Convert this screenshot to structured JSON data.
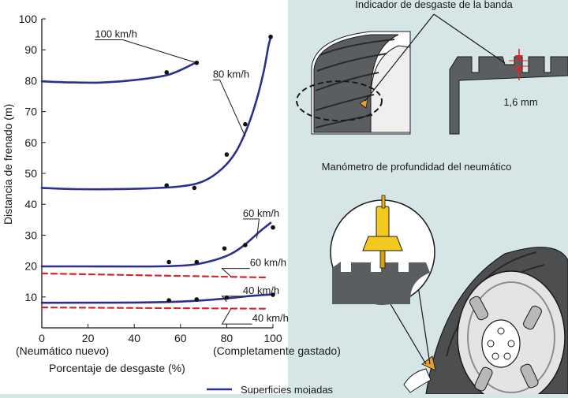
{
  "chart_data": {
    "type": "line",
    "xlabel": "Porcentaje de desgaste (%)",
    "ylabel": "Distancia de frenado (m)",
    "xlim": [
      0,
      100
    ],
    "ylim": [
      0,
      100
    ],
    "x_ticks": [
      0,
      20,
      40,
      60,
      80,
      100
    ],
    "y_ticks": [
      10,
      20,
      30,
      40,
      50,
      60,
      70,
      80,
      90,
      100
    ],
    "x_tick_notes": [
      {
        "x": 0,
        "text": "(Neumático nuevo)"
      },
      {
        "x": 100,
        "text": "(Completamente gastado)"
      }
    ],
    "grid": false,
    "legend": [
      {
        "label": "Superficies mojadas",
        "style": "solid",
        "color": "#2b2f8f"
      }
    ],
    "series": [
      {
        "name": "100 km/h",
        "surface": "wet",
        "curve": [
          [
            0,
            79.8
          ],
          [
            10,
            79.5
          ],
          [
            25,
            79.4
          ],
          [
            40,
            80.2
          ],
          [
            55,
            82.0
          ],
          [
            67,
            86.0
          ]
        ],
        "points": [
          [
            54,
            82.7
          ],
          [
            67,
            85.8
          ]
        ]
      },
      {
        "name": "80 km/h",
        "surface": "wet",
        "curve": [
          [
            0,
            45.3
          ],
          [
            15,
            44.9
          ],
          [
            40,
            45.0
          ],
          [
            60,
            45.8
          ],
          [
            70,
            47.5
          ],
          [
            78,
            51.5
          ],
          [
            84,
            57.0
          ],
          [
            89,
            65.0
          ],
          [
            93,
            74.0
          ],
          [
            96,
            83.0
          ],
          [
            98,
            91.0
          ],
          [
            99,
            94.0
          ]
        ],
        "points": [
          [
            54,
            46.1
          ],
          [
            66,
            45.3
          ],
          [
            80,
            56.1
          ],
          [
            88,
            65.9
          ],
          [
            99,
            94.2
          ]
        ]
      },
      {
        "name": "60 km/h",
        "surface": "wet",
        "curve": [
          [
            0,
            19.9
          ],
          [
            20,
            19.9
          ],
          [
            50,
            19.9
          ],
          [
            65,
            20.4
          ],
          [
            75,
            22.0
          ],
          [
            82,
            24.0
          ],
          [
            88,
            27.0
          ],
          [
            94,
            31.0
          ],
          [
            99,
            34.0
          ]
        ],
        "points": [
          [
            55,
            21.3
          ],
          [
            67,
            21.3
          ],
          [
            79,
            25.7
          ],
          [
            88,
            26.8
          ],
          [
            100,
            32.5
          ]
        ]
      },
      {
        "name": "60 km/h",
        "surface": "dry",
        "curve": [
          [
            0,
            17.6
          ],
          [
            98,
            16.3
          ]
        ],
        "points": []
      },
      {
        "name": "40 km/h",
        "surface": "wet",
        "curve": [
          [
            0,
            8.1
          ],
          [
            40,
            8.2
          ],
          [
            60,
            8.5
          ],
          [
            75,
            9.2
          ],
          [
            90,
            10.3
          ],
          [
            99,
            10.8
          ]
        ],
        "points": [
          [
            55,
            8.9
          ],
          [
            67,
            9.2
          ],
          [
            80,
            9.8
          ],
          [
            100,
            10.7
          ]
        ]
      },
      {
        "name": "40 km/h",
        "surface": "dry",
        "curve": [
          [
            0,
            6.6
          ],
          [
            98,
            6.2
          ]
        ],
        "points": []
      }
    ],
    "series_labels": [
      {
        "text": "100 km/h",
        "at": [
          23,
          94
        ],
        "leader_to": [
          66,
          86
        ],
        "leader_from_x": 35
      },
      {
        "text": "80 km/h",
        "at": [
          74,
          81
        ],
        "leader_to": [
          88,
          62
        ],
        "leader_from_x": 77
      },
      {
        "text": "60 km/h",
        "at": [
          87,
          36
        ],
        "leader_to": [
          93,
          29
        ],
        "leader_from_x": 94
      },
      {
        "text": "60 km/h",
        "at": [
          90,
          20
        ],
        "leader_to": [
          82,
          16.5
        ],
        "leader_from_x": 78
      },
      {
        "text": "40 km/h",
        "at": [
          87,
          11
        ],
        "leader_to": [
          80,
          8.5
        ],
        "leader_from_x": 78
      },
      {
        "text": "40 km/h",
        "at": [
          91,
          2
        ],
        "leader_to": [
          82,
          6.4
        ],
        "leader_from_x": 78
      }
    ]
  },
  "illustration": {
    "wear_indicator_label": "Indicador de desgaste de la banda",
    "tread_depth_label": "1,6 mm",
    "gauge_label": "Manómetro de profundidad del neumático"
  }
}
